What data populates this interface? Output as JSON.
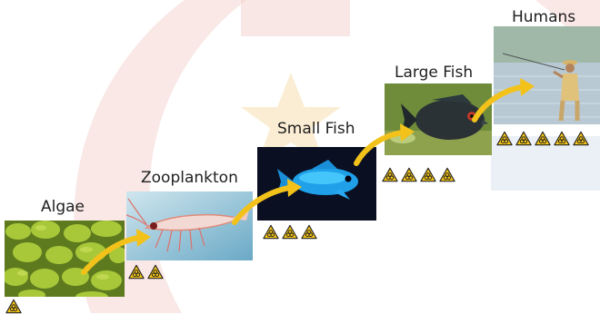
{
  "stages": [
    {
      "label": "Algae",
      "hazards": 1,
      "icon": "algae-photo"
    },
    {
      "label": "Zooplankton",
      "hazards": 2,
      "icon": "zooplankton-photo"
    },
    {
      "label": "Small Fish",
      "hazards": 3,
      "icon": "small-fish-photo"
    },
    {
      "label": "Large Fish",
      "hazards": 4,
      "icon": "large-fish-photo"
    },
    {
      "label": "Humans",
      "hazards": 5,
      "icon": "human-fishing-photo"
    }
  ],
  "colors": {
    "arrow": "#f2c21b",
    "hazard_fill": "#f5c518",
    "hazard_symbol": "#222222",
    "watermark_red": "#e8b3ad",
    "watermark_blue": "#dfe6f0"
  },
  "icons": {
    "hazard": "biohazard-warning-icon",
    "arrow": "curved-arrow"
  }
}
